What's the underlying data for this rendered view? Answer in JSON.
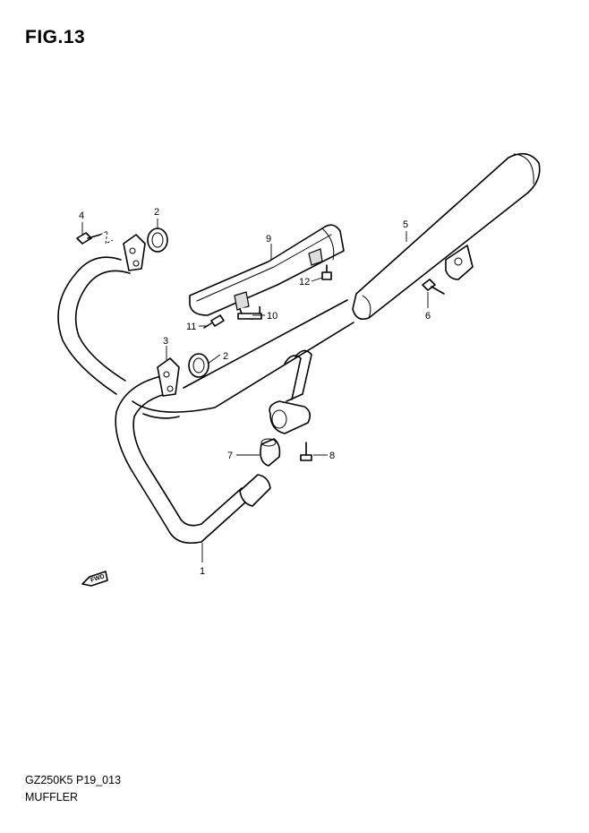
{
  "figure": {
    "title": "FIG.13",
    "code": "GZ250K5 P19_013",
    "name": "MUFFLER"
  },
  "callouts": {
    "c1": "1",
    "c2a": "2",
    "c2b": "2",
    "c3": "3",
    "c4": "4",
    "c5": "5",
    "c6": "6",
    "c7": "7",
    "c8": "8",
    "c9": "9",
    "c10": "10",
    "c11": "11",
    "c12": "12"
  },
  "fwd_label": "FWD",
  "icons": [
    "forward-arrow-icon"
  ]
}
